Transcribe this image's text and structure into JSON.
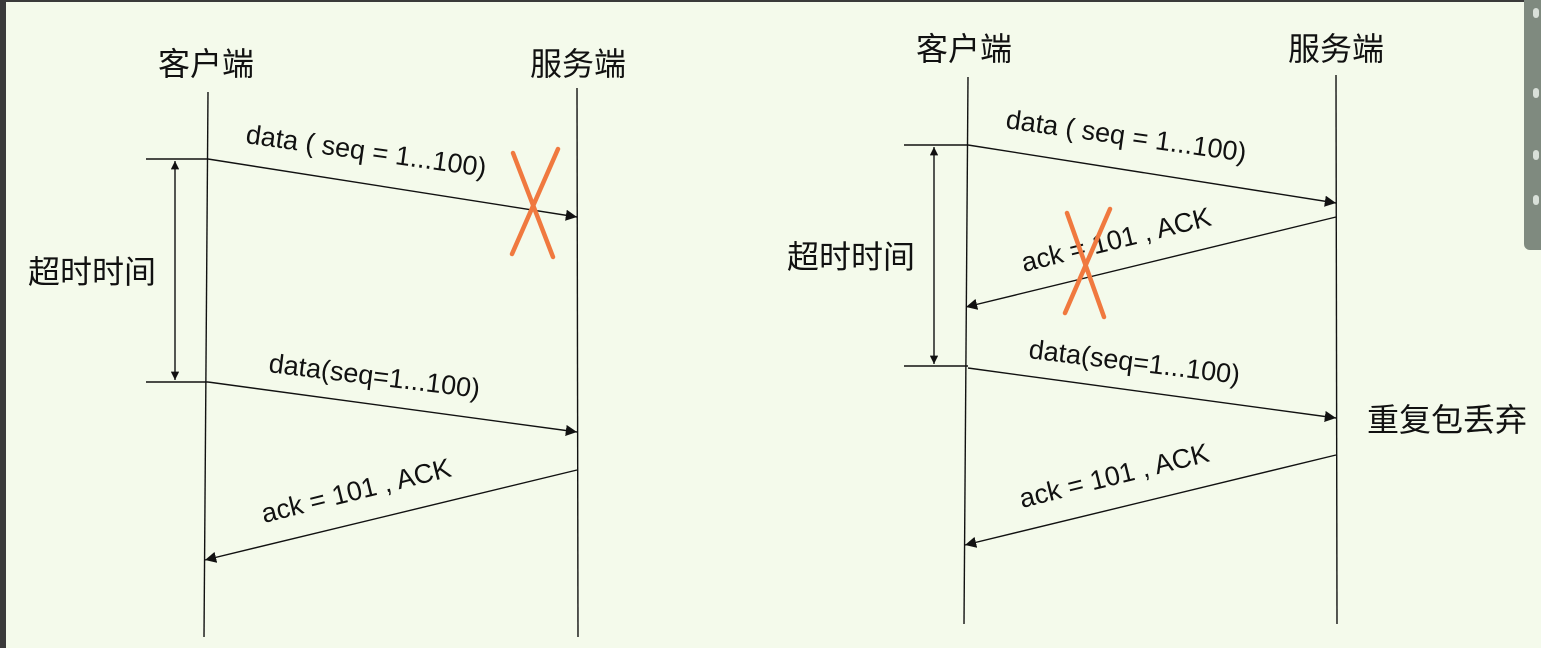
{
  "diagrams": [
    {
      "client_label": "客户端",
      "server_label": "服务端",
      "timeout_label": "超时时间",
      "msg_data_lost": "data ( seq = 1...100)",
      "msg_data_retransmit": "data(seq=1...100)",
      "msg_ack": "ack = 101 , ACK"
    },
    {
      "client_label": "客户端",
      "server_label": "服务端",
      "timeout_label": "超时时间",
      "msg_data": "data ( seq = 1...100)",
      "msg_ack_lost": "ack = 101 , ACK",
      "msg_data_retransmit": "data(seq=1...100)",
      "server_note": "重复包丢弃",
      "msg_ack": "ack = 101 , ACK"
    }
  ],
  "colors": {
    "background": "#f4faeb",
    "line": "#111111",
    "loss_cross": "#f0793f"
  }
}
